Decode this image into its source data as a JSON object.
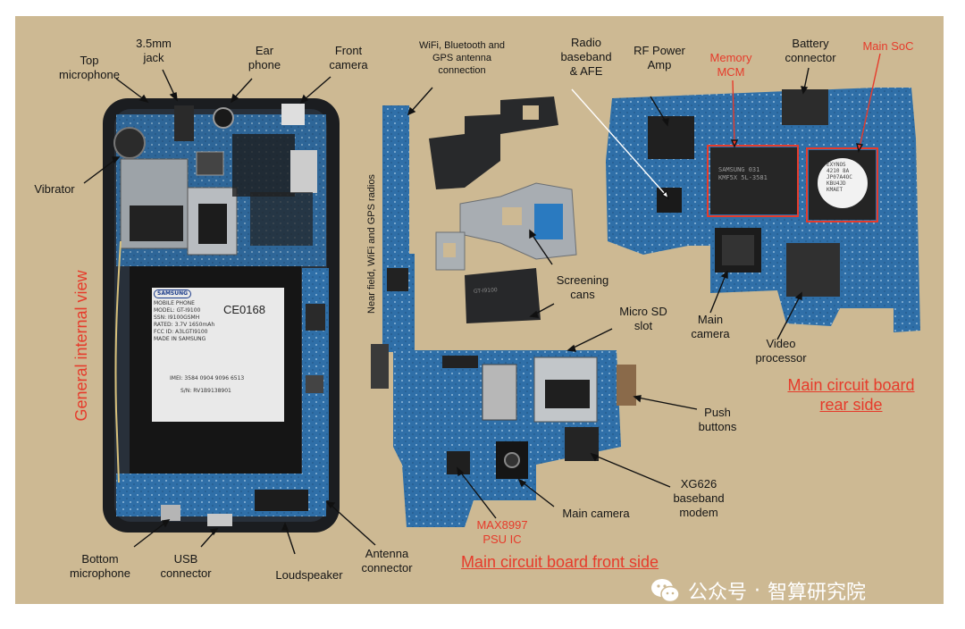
{
  "colors": {
    "background": "#cdb993",
    "label_text": "#151515",
    "highlight_text": "#e63b2b",
    "pcb": "#2f6fa8",
    "watermark": "#ffffff"
  },
  "phone_labels": {
    "top_microphone": "Top\nmicrophone",
    "jack": "3.5mm\njack",
    "ear_phone": "Ear\nphone",
    "front_camera": "Front\ncamera",
    "vibrator": "Vibrator",
    "bottom_microphone": "Bottom\nmicrophone",
    "usb_connector": "USB\nconnector",
    "loudspeaker": "Loudspeaker",
    "antenna_connector": "Antenna\nconnector",
    "general_view": "General internal view"
  },
  "battery_sticker": {
    "brand": "SAMSUNG",
    "line1": "MOBILE PHONE",
    "line2": "MODEL: GT-I9100",
    "line3": "SSN: I9100GSMH",
    "line4": "RATED: 3.7V 1650mAh",
    "line5": "FCC ID: A3LGTI9100",
    "line6": "MADE IN SAMSUNG",
    "mark": "CE0168",
    "imei": "IMEI: 3584 0904 9096 6513",
    "serial": "S/N: RV1B9138901"
  },
  "front_labels": {
    "antenna_connection": "WiFi, Bluetooth and\nGPS antenna\nconnection",
    "nfc_radios": "Near field, WiFi and GPS radios",
    "screening_cans": "Screening\ncans",
    "micro_sd": "Micro SD\nslot",
    "push_buttons": "Push\nbuttons",
    "xg626": "XG626\nbaseband\nmodem",
    "main_camera": "Main camera",
    "max8997": "MAX8997\nPSU IC",
    "front_title": "Main circuit board front side"
  },
  "rear_labels": {
    "radio_baseband": "Radio\nbaseband\n& AFE",
    "rf_power_amp": "RF Power\nAmp",
    "memory_mcm": "Memory\nMCM",
    "battery_connector": "Battery\nconnector",
    "main_soc": "Main SoC",
    "main_camera": "Main\ncamera",
    "video_processor": "Video\nprocessor",
    "rear_title": "Main circuit board\nrear side"
  },
  "chip_marks": {
    "memory": "SAMSUNG 031\nKMF5X 5L-3581",
    "soc": "EXYNOS\n4210 8A\nJP07A4OC\nKBU4JD\nKMAET",
    "can": "GT-I9100"
  },
  "watermark": {
    "channel": "公众号",
    "separator": "·",
    "name": "智算研究院"
  }
}
